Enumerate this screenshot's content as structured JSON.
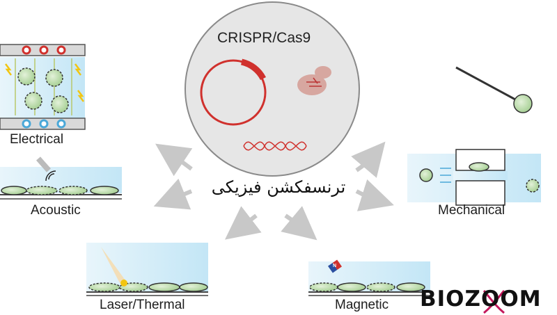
{
  "center": {
    "title": "ترنسفکشن فیزیکی"
  },
  "crispr": {
    "title": "CRISPR/Cas9"
  },
  "methods": {
    "electrical": "Electrical",
    "acoustic": "Acoustic",
    "laser": "Laser/Thermal",
    "magnetic": "Magnetic",
    "mechanical": "Mechanical"
  },
  "magnet": {
    "pole": "N"
  },
  "logo": {
    "text": "BIOZOOM"
  },
  "colors": {
    "panel": "#cfe9f6",
    "cell": "#b9dca9",
    "red": "#d0312d",
    "arrow": "#c8c8c8"
  }
}
